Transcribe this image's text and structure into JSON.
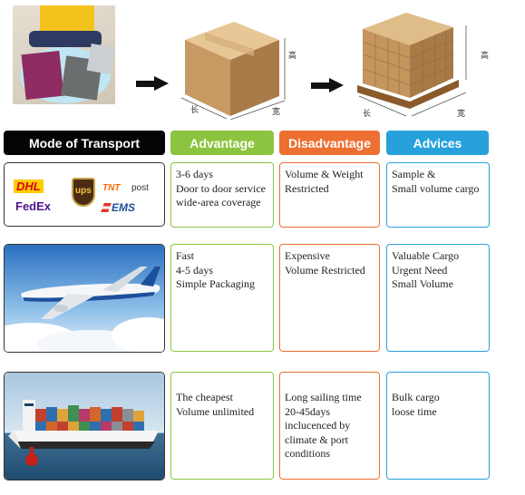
{
  "illustration": {
    "dim_long": "长",
    "dim_wide": "宽",
    "dim_high": "高"
  },
  "headers": {
    "mode": "Mode of Transport",
    "advantage": "Advantage",
    "disadvantage": "Disadvantage",
    "advices": "Advices"
  },
  "colors": {
    "advantage": "#8cc43f",
    "disadvantage": "#ec7031",
    "advices": "#27a1dc",
    "mode": "#050505"
  },
  "express": {
    "logos": {
      "dhl": "DHL",
      "ups": "ups",
      "tnt": "TNT",
      "post": "post",
      "fedex": "FedEx",
      "ems": "EMS"
    },
    "advantage": [
      "3-6 days",
      "Door to door service",
      "wide-area coverage"
    ],
    "disadvantage": [
      "Volume & Weight",
      "Restricted"
    ],
    "advices": [
      "Sample &",
      "Small volume cargo"
    ]
  },
  "air": {
    "advantage": [
      "Fast",
      "4-5 days",
      "Simple Packaging"
    ],
    "disadvantage": [
      "Expensive",
      "Volume Restricted"
    ],
    "advices": [
      "Valuable Cargo",
      "Urgent Need",
      "Small Volume"
    ]
  },
  "sea": {
    "advantage": [
      "The cheapest",
      "Volume unlimited"
    ],
    "disadvantage": [
      "Long sailing time",
      "20-45days",
      "inclucenced by",
      "climate & port",
      "conditions"
    ],
    "advices": [
      "Bulk cargo",
      "loose time"
    ]
  }
}
